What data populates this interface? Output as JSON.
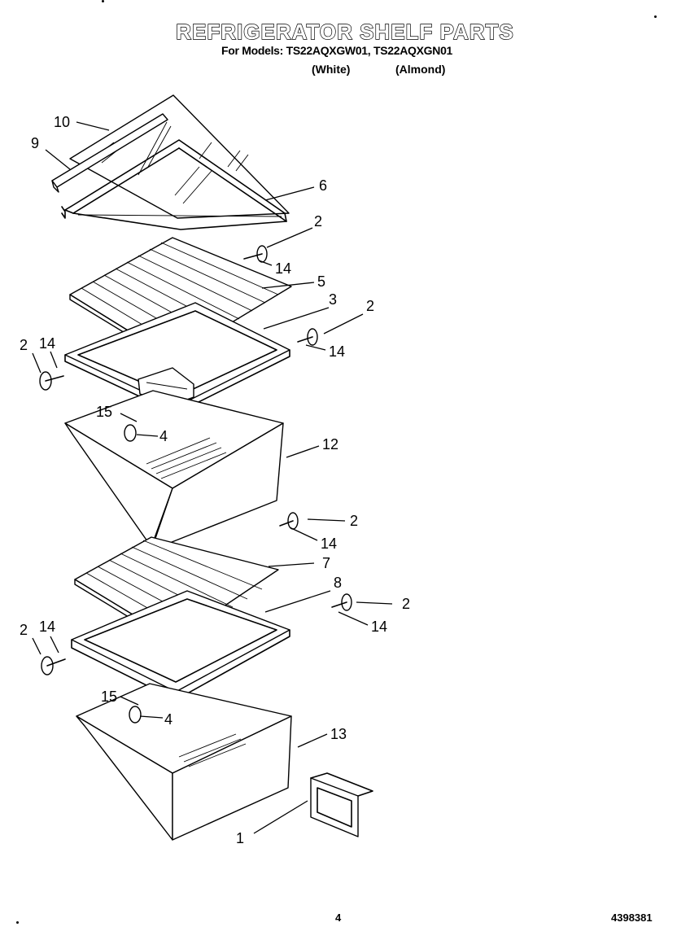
{
  "header": {
    "title": "REFRIGERATOR SHELF PARTS",
    "models": "For Models: TS22AQXGW01, TS22AQXGN01",
    "variant_white": "(White)",
    "variant_almond": "(Almond)"
  },
  "callouts": {
    "c10": "10",
    "c9": "9",
    "c6": "6",
    "c2a": "2",
    "c14a": "14",
    "c5": "5",
    "c3": "3",
    "c2b": "2",
    "c14b": "14",
    "c2c": "2",
    "c14c": "14",
    "c15a": "15",
    "c4a": "4",
    "c12": "12",
    "c2d": "2",
    "c14d": "14",
    "c7": "7",
    "c8": "8",
    "c2e": "2",
    "c14e": "14",
    "c2f": "2",
    "c14f": "14",
    "c15b": "15",
    "c4b": "4",
    "c13": "13",
    "c1": "1"
  },
  "footer": {
    "page_number": "4",
    "doc_number": "4398381"
  }
}
